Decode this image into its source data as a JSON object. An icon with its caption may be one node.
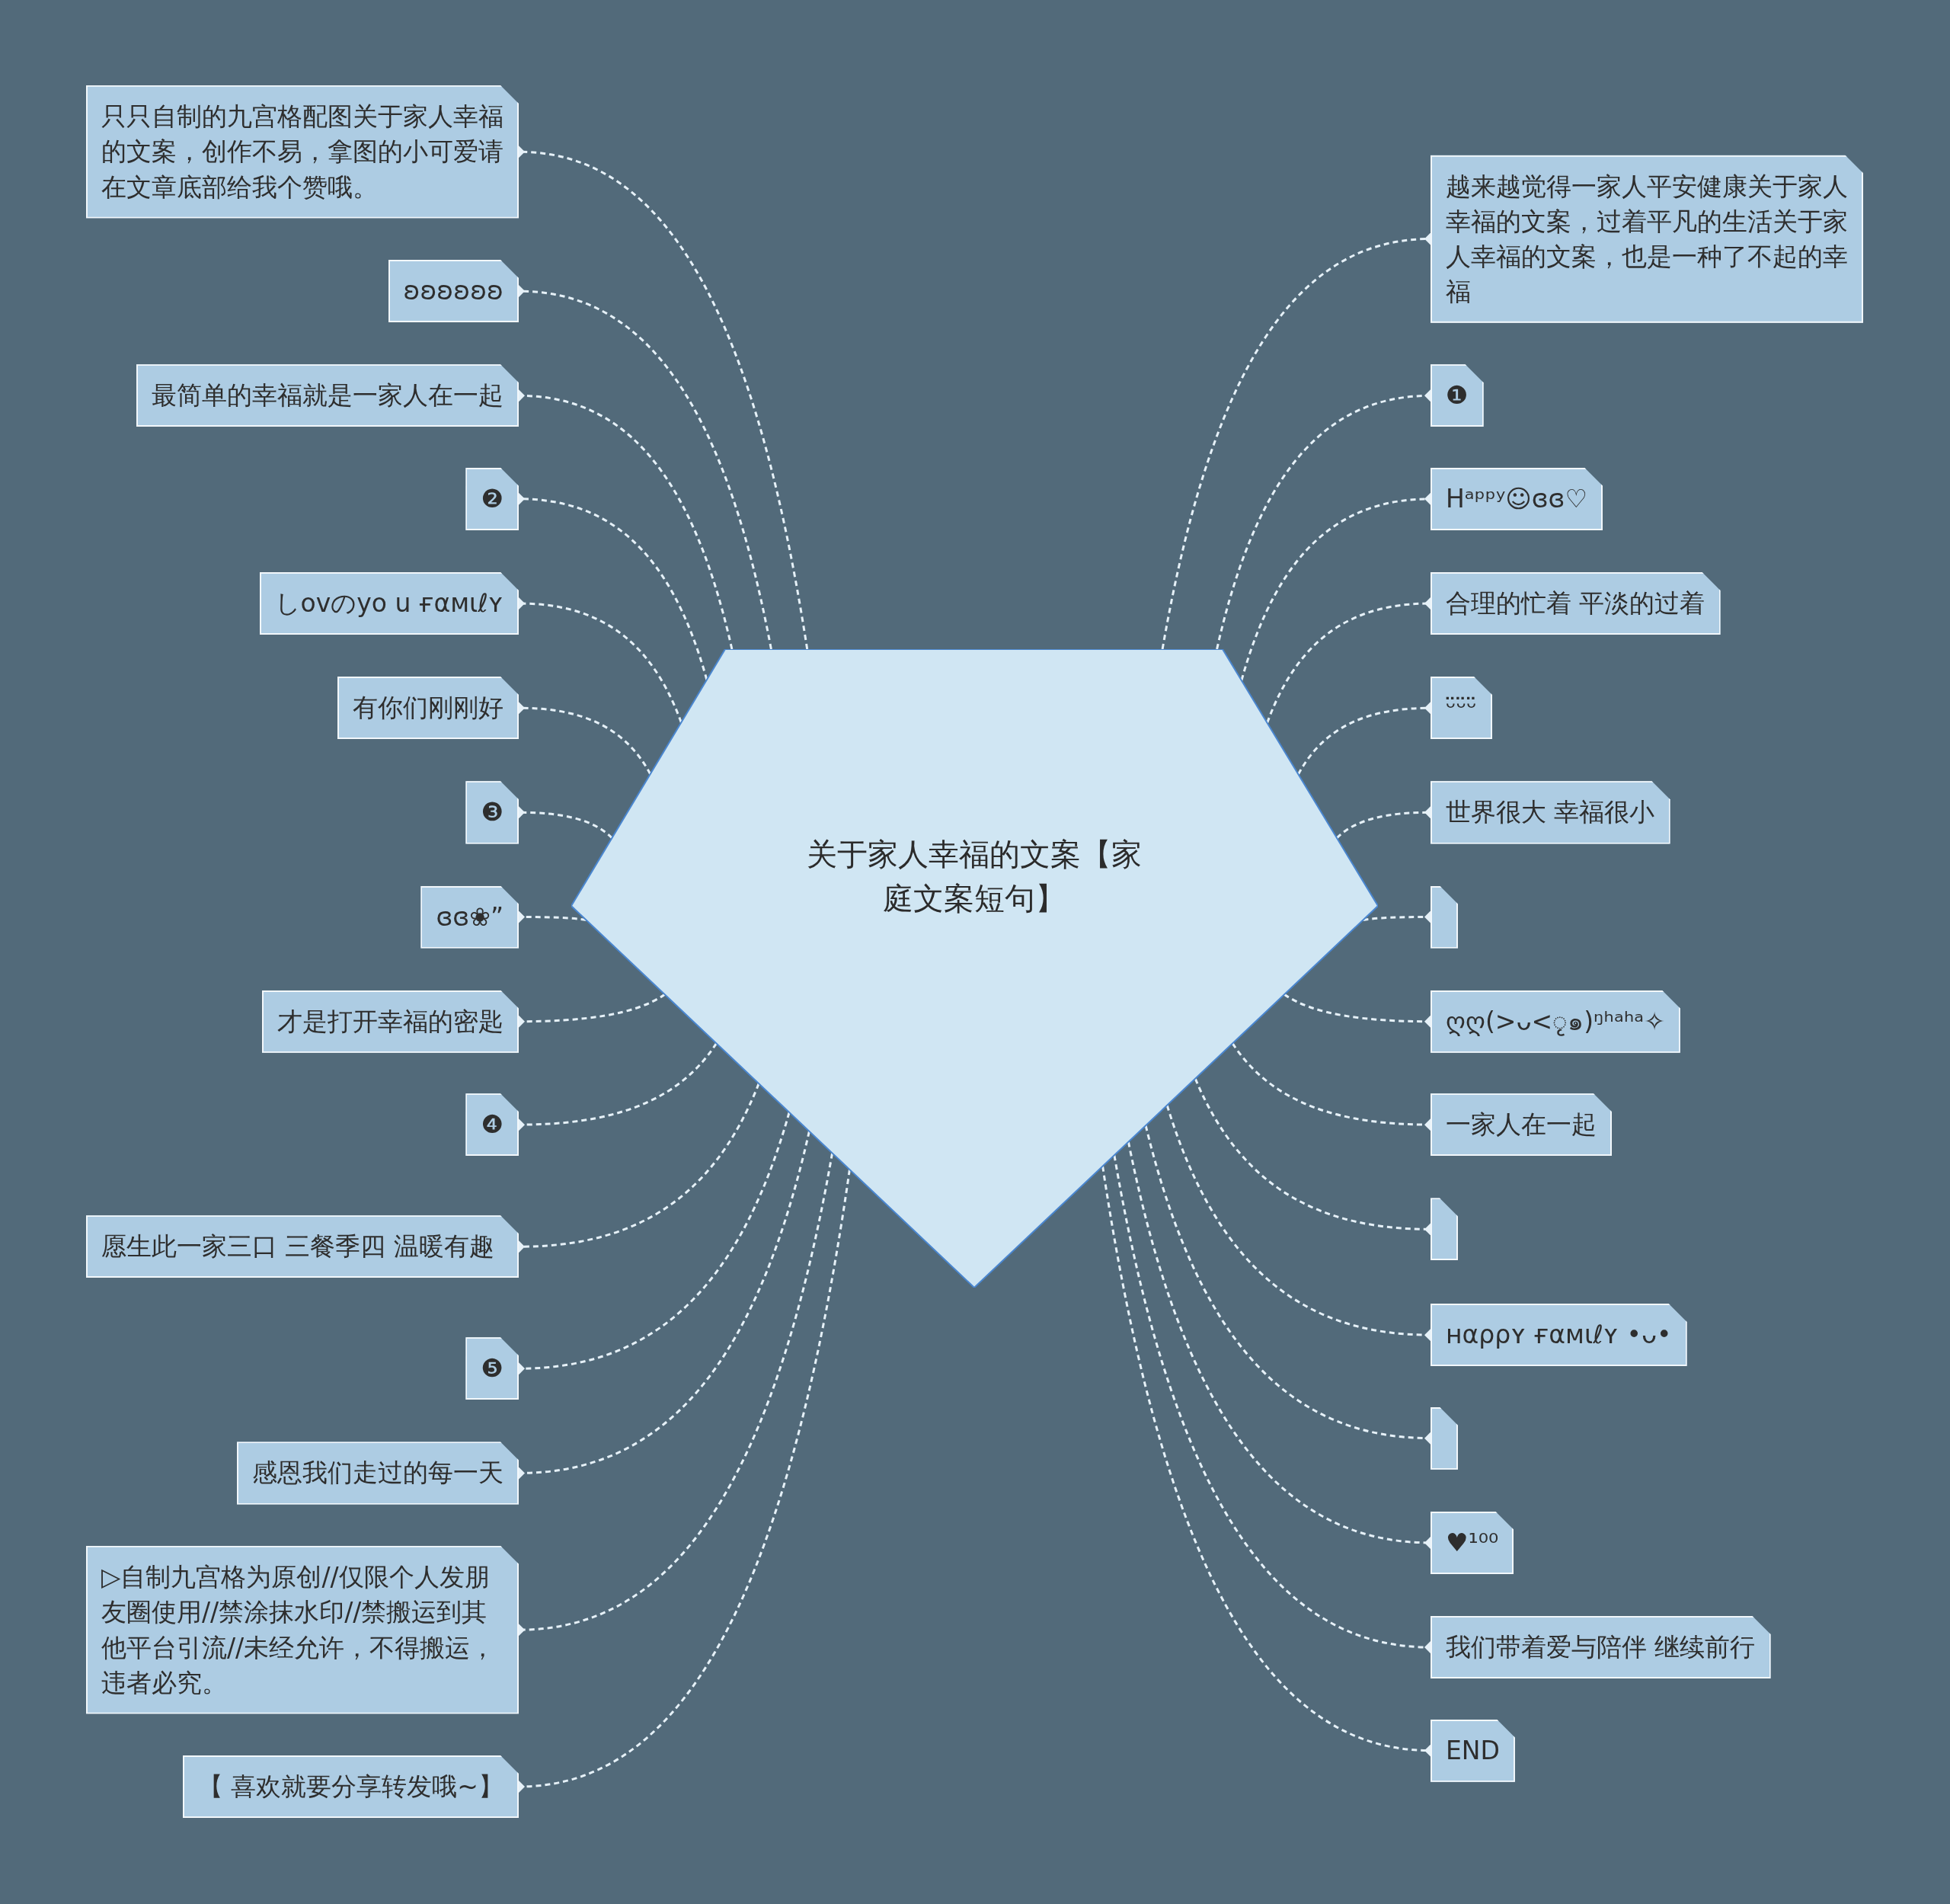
{
  "diagram": {
    "nodes": [
      {
        "text": [
          "关于家人幸福的文案【家庭文案短句】"
        ]
      },
      {
        "text": [
          "只只自制的九宫格配图关于家人幸福的文案，创作不易，拿图的小可爱请在文章底部给我个赞哦。"
        ]
      },
      {
        "text": [
          "ʚʚʚʚʚʚ"
        ]
      },
      {
        "text": [
          "最简单的幸福就是一家人在一起"
        ]
      },
      {
        "text": [
          "❷"
        ]
      },
      {
        "text": [
          "しovのyo u ғαмιℓʏ"
        ]
      },
      {
        "text": [
          "有你们刚刚好"
        ]
      },
      {
        "text": [
          "❸"
        ]
      },
      {
        "text": [
          "ɞɞ❀”"
        ]
      },
      {
        "text": [
          "才是打开幸福的密匙"
        ]
      },
      {
        "text": [
          "❹"
        ]
      },
      {
        "text": [
          "愿生此一家三口 三餐季四 温暖有趣"
        ]
      },
      {
        "text": [
          "❺"
        ]
      },
      {
        "text": [
          "感恩我们走过的每一天"
        ]
      },
      {
        "text": [
          "▷自制九宫格为原创//仅限个人发朋友圈使用//禁涂抹水印//禁搬运到其他平台引流//未经允许，不得搬运，违者必究。"
        ]
      },
      {
        "text": [
          "【 喜欢就要分享转发哦~】"
        ]
      },
      {
        "text": [
          "越来越觉得一家人平安健康关于家人幸福的文案，过着平凡的生活关于家人幸福的文案，也是一种了不起的幸福"
        ]
      },
      {
        "text": [
          "❶"
        ]
      },
      {
        "text": [
          "Hᵃᵖᵖʸ☺ɞɞ♡"
        ]
      },
      {
        "text": [
          "合理的忙着 平淡的过着"
        ]
      },
      {
        "text": [
          "ᵕ̈ᵕ̈ᵕ̈"
        ]
      },
      {
        "text": [
          "世界很大 幸福很小"
        ]
      },
      {
        "text": [],
        "shape": "box"
      },
      {
        "text": [
          "ღღ(>ᴗ<ृ๑)ᵑʰᵃʰᵃ✧"
        ]
      },
      {
        "text": [
          "一家人在一起"
        ]
      },
      {
        "text": [],
        "shape": "box"
      },
      {
        "text": [
          "ʜαρρʏ ғαмιℓʏ •ᴗ•"
        ]
      },
      {
        "text": [],
        "shape": "box"
      },
      {
        "text": [
          "♥¹⁰⁰"
        ]
      },
      {
        "text": [
          "我们带着爱与陪伴 继续前行"
        ]
      },
      {
        "text": [
          "END"
        ]
      }
    ],
    "edges": [
      {
        "from": 0,
        "to": 1,
        "arrow": "other"
      },
      {
        "from": 0,
        "to": 2,
        "arrow": "other"
      },
      {
        "from": 0,
        "to": 3,
        "arrow": "other"
      },
      {
        "from": 0,
        "to": 4,
        "arrow": "other"
      },
      {
        "from": 0,
        "to": 5,
        "arrow": "other"
      },
      {
        "from": 0,
        "to": 6,
        "arrow": "other"
      },
      {
        "from": 0,
        "to": 7,
        "arrow": "other"
      },
      {
        "from": 0,
        "to": 8,
        "arrow": "other"
      },
      {
        "from": 0,
        "to": 9,
        "arrow": "other"
      },
      {
        "from": 0,
        "to": 10,
        "arrow": "other"
      },
      {
        "from": 0,
        "to": 11,
        "arrow": "other"
      },
      {
        "from": 0,
        "to": 12,
        "arrow": "other"
      },
      {
        "from": 0,
        "to": 13,
        "arrow": "other"
      },
      {
        "from": 0,
        "to": 14,
        "arrow": "other"
      },
      {
        "from": 0,
        "to": 15,
        "arrow": "other"
      },
      {
        "from": 0,
        "to": 16,
        "arrow": "other"
      },
      {
        "from": 0,
        "to": 17,
        "arrow": "other"
      },
      {
        "from": 0,
        "to": 18,
        "arrow": "other"
      },
      {
        "from": 0,
        "to": 19,
        "arrow": "other"
      },
      {
        "from": 0,
        "to": 20,
        "arrow": "other"
      },
      {
        "from": 0,
        "to": 21,
        "arrow": "other"
      },
      {
        "from": 0,
        "to": 22,
        "arrow": "other"
      },
      {
        "from": 0,
        "to": 23,
        "arrow": "other"
      },
      {
        "from": 0,
        "to": 24,
        "arrow": "other"
      },
      {
        "from": 0,
        "to": 25,
        "arrow": "other"
      },
      {
        "from": 0,
        "to": 26,
        "arrow": "other"
      },
      {
        "from": 0,
        "to": 27,
        "arrow": "other"
      },
      {
        "from": 0,
        "to": 28,
        "arrow": "other"
      },
      {
        "from": 0,
        "to": 29,
        "arrow": "other"
      },
      {
        "from": 0,
        "to": 30,
        "arrow": "other"
      }
    ]
  }
}
